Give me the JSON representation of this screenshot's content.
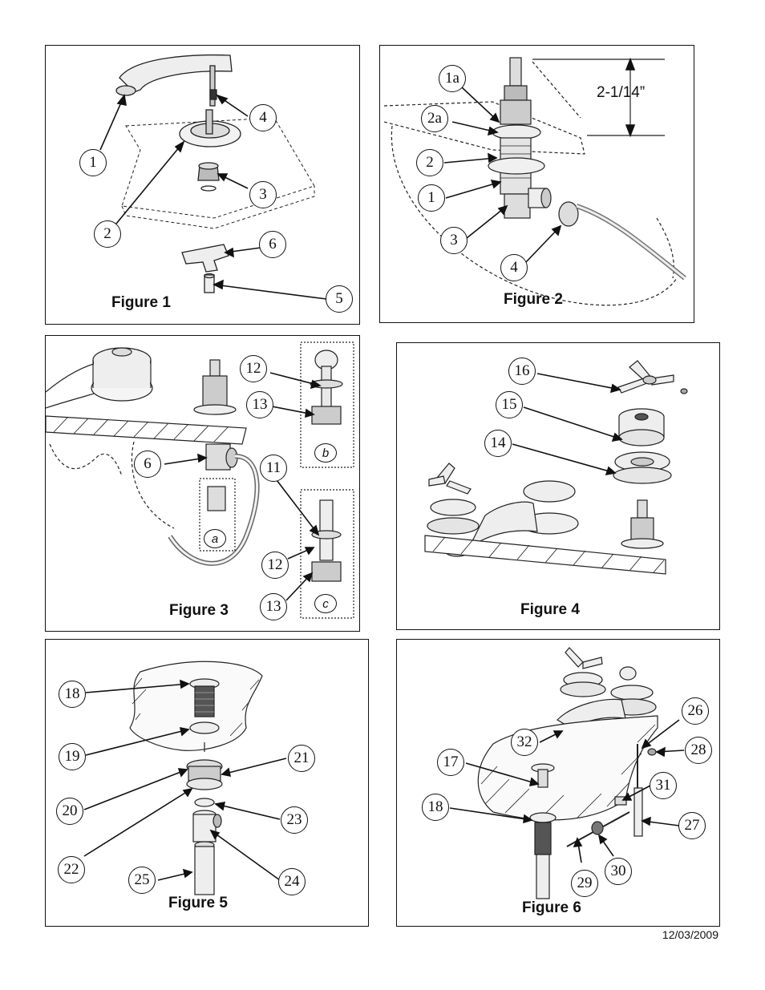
{
  "date": "12/03/2009",
  "figures": [
    {
      "title": "Figure 1",
      "callouts": [
        "1",
        "2",
        "3",
        "4",
        "5",
        "6"
      ]
    },
    {
      "title": "Figure 2",
      "dimension": "2-1/14”",
      "callouts": [
        "1a",
        "2a",
        "2",
        "1",
        "3",
        "4"
      ]
    },
    {
      "title": "Figure 3",
      "callouts": [
        "12",
        "13",
        "6",
        "11",
        "12",
        "13"
      ],
      "sublabels": [
        "a",
        "b",
        "c"
      ]
    },
    {
      "title": "Figure 4",
      "callouts": [
        "16",
        "15",
        "14"
      ]
    },
    {
      "title": "Figure 5",
      "callouts": [
        "18",
        "19",
        "20",
        "21",
        "22",
        "23",
        "24",
        "25"
      ]
    },
    {
      "title": "Figure 6",
      "callouts": [
        "17",
        "18",
        "32",
        "26",
        "28",
        "31",
        "27",
        "29",
        "30"
      ]
    }
  ]
}
